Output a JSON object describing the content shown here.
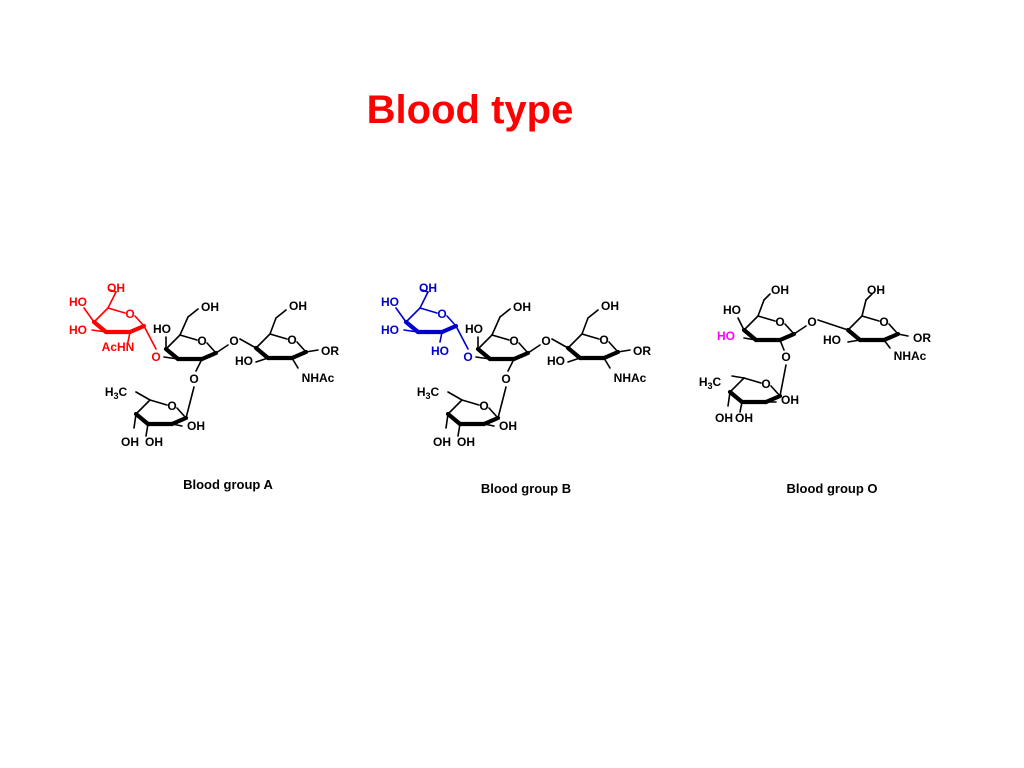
{
  "title": "Blood type",
  "colors": {
    "title": "#ff0000",
    "bond": "#000000",
    "label": "#000000",
    "group_a_residue": "#ff0000",
    "group_b_residue": "#0000cc",
    "group_o_hydroxyl": "#ff00ff"
  },
  "captions": {
    "a": "Blood group A",
    "b": "Blood group B",
    "o": "Blood group O"
  },
  "atoms": {
    "oh": "OH",
    "ho": "HO",
    "o": "O",
    "or": "OR",
    "nhac": "NHAc",
    "achn": "AcHN",
    "h3c_h": "H",
    "h3c_sub": "3",
    "h3c_c": "C"
  }
}
